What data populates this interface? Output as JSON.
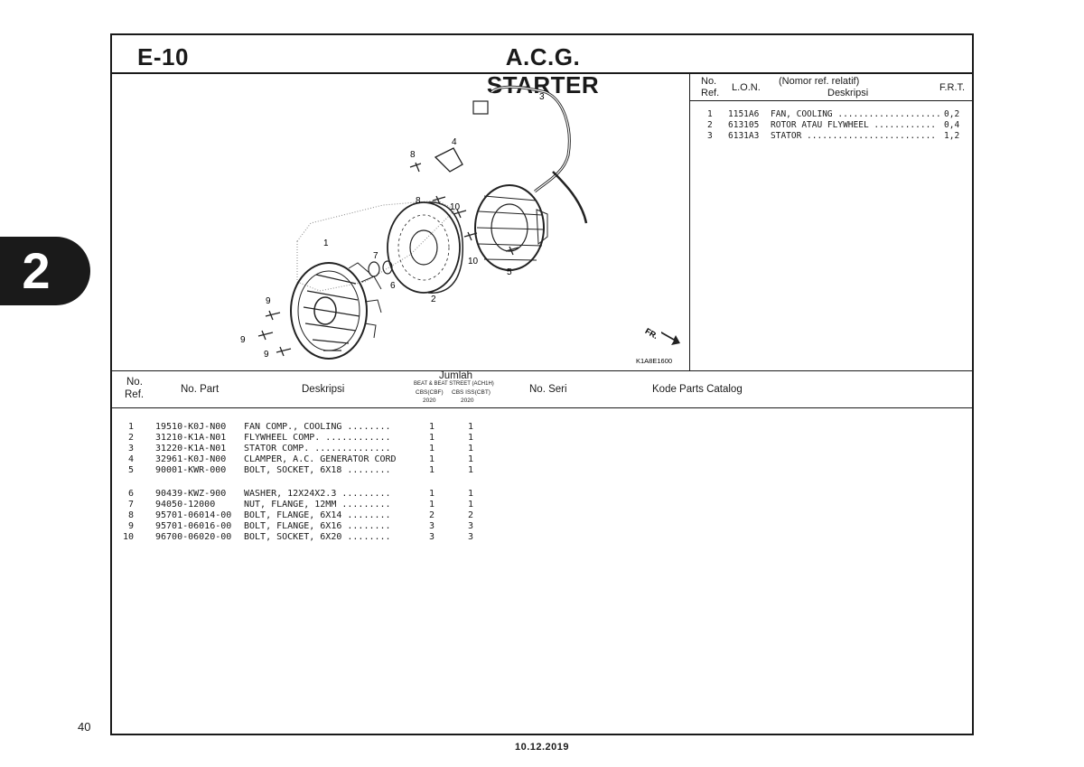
{
  "header": {
    "code": "E-10",
    "title": "A.C.G. STARTER"
  },
  "section_tab": "2",
  "page_number": "40",
  "date": "10.12.2019",
  "diagram": {
    "callouts": [
      "1",
      "2",
      "3",
      "4",
      "5",
      "6",
      "7",
      "8",
      "8",
      "9",
      "9",
      "9",
      "10",
      "10"
    ],
    "direction_label": "FR.",
    "code": "K1A8E1600"
  },
  "lon_table": {
    "headers": {
      "no": "No.",
      "ref": "Ref.",
      "lon": "L.O.N.",
      "nomor": "(Nomor ref. relatif)",
      "deskripsi": "Deskripsi",
      "frt": "F.R.T."
    },
    "rows": [
      {
        "ref": "1",
        "lon": "1151A6",
        "desc": "FAN, COOLING ....................",
        "frt": "0,2"
      },
      {
        "ref": "2",
        "lon": "613105",
        "desc": "ROTOR ATAU FLYWHEEL ............",
        "frt": "0,4"
      },
      {
        "ref": "3",
        "lon": "6131A3",
        "desc": "STATOR .........................",
        "frt": "1,2"
      }
    ]
  },
  "parts_table": {
    "headers": {
      "no": "No.",
      "ref": "Ref.",
      "part": "No. Part",
      "deskripsi": "Deskripsi",
      "jumlah": "Jumlah",
      "model_line": "BEAT & BEAT STREET (ACH1H)",
      "col1": "CBS(CBF)",
      "col2": "CBS ISS(CBT)",
      "year1": "2020",
      "year2": "2020",
      "seri": "No. Seri",
      "kode": "Kode Parts Catalog"
    },
    "rows": [
      {
        "ref": "1",
        "part": "19510-K0J-N00",
        "desc": "FAN COMP., COOLING ........",
        "q1": "1",
        "q2": "1"
      },
      {
        "ref": "2",
        "part": "31210-K1A-N01",
        "desc": "FLYWHEEL COMP. ............",
        "q1": "1",
        "q2": "1"
      },
      {
        "ref": "3",
        "part": "31220-K1A-N01",
        "desc": "STATOR COMP. ..............",
        "q1": "1",
        "q2": "1"
      },
      {
        "ref": "4",
        "part": "32961-K0J-N00",
        "desc": "CLAMPER, A.C. GENERATOR CORD",
        "q1": "1",
        "q2": "1"
      },
      {
        "ref": "5",
        "part": "90001-KWR-000",
        "desc": "BOLT, SOCKET, 6X18 ........",
        "q1": "1",
        "q2": "1"
      },
      {
        "ref": "6",
        "part": "90439-KWZ-900",
        "desc": "WASHER, 12X24X2.3 .........",
        "q1": "1",
        "q2": "1"
      },
      {
        "ref": "7",
        "part": "94050-12000",
        "desc": "NUT, FLANGE, 12MM .........",
        "q1": "1",
        "q2": "1"
      },
      {
        "ref": "8",
        "part": "95701-06014-00",
        "desc": "BOLT, FLANGE, 6X14 ........",
        "q1": "2",
        "q2": "2"
      },
      {
        "ref": "9",
        "part": "95701-06016-00",
        "desc": "BOLT, FLANGE, 6X16 ........",
        "q1": "3",
        "q2": "3"
      },
      {
        "ref": "10",
        "part": "96700-06020-00",
        "desc": "BOLT, SOCKET, 6X20 ........",
        "q1": "3",
        "q2": "3"
      }
    ]
  }
}
